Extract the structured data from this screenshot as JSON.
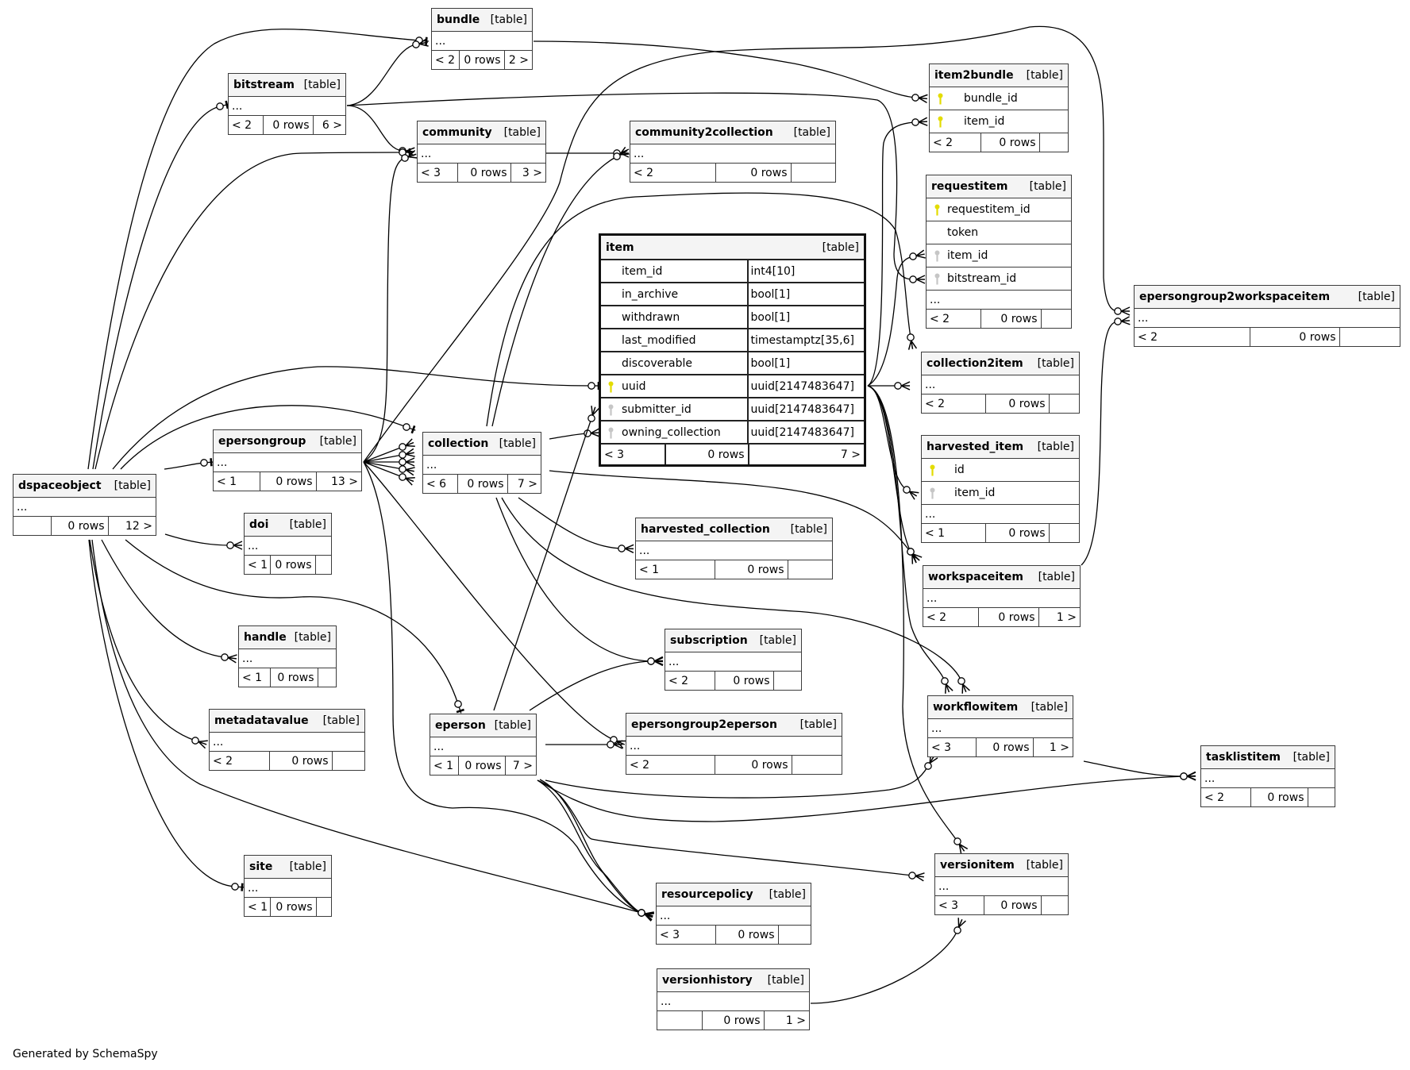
{
  "footer_note": "Generated by SchemaSpy",
  "colors": {
    "primary_key": "#e3dc00",
    "foreign_key": "#c6c6c6",
    "header_background": "#f4f4f4",
    "line": "#000000"
  },
  "tables": [
    {
      "id": "bundle",
      "name": "bundle",
      "label": "[table]",
      "rows": [
        {
          "name": "..."
        }
      ],
      "footer": {
        "parents": "< 2",
        "rows": "0 rows",
        "children": "2 >"
      }
    },
    {
      "id": "bitstream",
      "name": "bitstream",
      "label": "[table]",
      "rows": [
        {
          "name": "..."
        }
      ],
      "footer": {
        "parents": "< 2",
        "rows": "0 rows",
        "children": "6 >"
      }
    },
    {
      "id": "community",
      "name": "community",
      "label": "[table]",
      "rows": [
        {
          "name": "..."
        }
      ],
      "footer": {
        "parents": "< 3",
        "rows": "0 rows",
        "children": "3 >"
      }
    },
    {
      "id": "community2collection",
      "name": "community2collection",
      "label": "[table]",
      "rows": [
        {
          "name": "..."
        }
      ],
      "footer": {
        "parents": "< 2",
        "rows": "0 rows",
        "children": ""
      }
    },
    {
      "id": "item2bundle",
      "name": "item2bundle",
      "label": "[table]",
      "rows": [
        {
          "name": "bundle_id",
          "key": "primary"
        },
        {
          "name": "item_id",
          "key": "primary"
        }
      ],
      "footer": {
        "parents": "< 2",
        "rows": "0 rows",
        "children": ""
      }
    },
    {
      "id": "requestitem",
      "name": "requestitem",
      "label": "[table]",
      "rows": [
        {
          "name": "requestitem_id",
          "key": "primary"
        },
        {
          "name": "token",
          "key": null
        },
        {
          "name": "item_id",
          "key": "foreign"
        },
        {
          "name": "bitstream_id",
          "key": "foreign"
        },
        {
          "name": "..."
        }
      ],
      "footer": {
        "parents": "< 2",
        "rows": "0 rows",
        "children": ""
      }
    },
    {
      "id": "epersongroup2workspaceitem",
      "name": "epersongroup2workspaceitem",
      "label": "[table]",
      "rows": [
        {
          "name": "..."
        }
      ],
      "footer": {
        "parents": "< 2",
        "rows": "0 rows",
        "children": ""
      }
    },
    {
      "id": "item",
      "name": "item",
      "label": "[table]",
      "focal": true,
      "rows": [
        {
          "name": "item_id",
          "key": null,
          "type": "int4[10]"
        },
        {
          "name": "in_archive",
          "key": null,
          "type": "bool[1]"
        },
        {
          "name": "withdrawn",
          "key": null,
          "type": "bool[1]"
        },
        {
          "name": "last_modified",
          "key": null,
          "type": "timestamptz[35,6]"
        },
        {
          "name": "discoverable",
          "key": null,
          "type": "bool[1]"
        },
        {
          "name": "uuid",
          "key": "primary",
          "type": "uuid[2147483647]"
        },
        {
          "name": "submitter_id",
          "key": "foreign",
          "type": "uuid[2147483647]"
        },
        {
          "name": "owning_collection",
          "key": "foreign",
          "type": "uuid[2147483647]"
        }
      ],
      "footer": {
        "parents": "< 3",
        "rows": "0 rows",
        "children": "7 >"
      }
    },
    {
      "id": "collection2item",
      "name": "collection2item",
      "label": "[table]",
      "rows": [
        {
          "name": "..."
        }
      ],
      "footer": {
        "parents": "< 2",
        "rows": "0 rows",
        "children": ""
      }
    },
    {
      "id": "harvested_item",
      "name": "harvested_item",
      "label": "[table]",
      "rows": [
        {
          "name": "id",
          "key": "primary"
        },
        {
          "name": "item_id",
          "key": "foreign"
        },
        {
          "name": "..."
        }
      ],
      "footer": {
        "parents": "< 1",
        "rows": "0 rows",
        "children": ""
      }
    },
    {
      "id": "workspaceitem",
      "name": "workspaceitem",
      "label": "[table]",
      "rows": [
        {
          "name": "..."
        }
      ],
      "footer": {
        "parents": "< 2",
        "rows": "0 rows",
        "children": "1 >"
      }
    },
    {
      "id": "dspaceobject",
      "name": "dspaceobject",
      "label": "[table]",
      "rows": [
        {
          "name": "..."
        }
      ],
      "footer": {
        "parents": "",
        "rows": "0 rows",
        "children": "12 >"
      }
    },
    {
      "id": "epersongroup",
      "name": "epersongroup",
      "label": "[table]",
      "rows": [
        {
          "name": "..."
        }
      ],
      "footer": {
        "parents": "< 1",
        "rows": "0 rows",
        "children": "13 >"
      }
    },
    {
      "id": "collection",
      "name": "collection",
      "label": "[table]",
      "rows": [
        {
          "name": "..."
        }
      ],
      "footer": {
        "parents": "< 6",
        "rows": "0 rows",
        "children": "7 >"
      }
    },
    {
      "id": "doi",
      "name": "doi",
      "label": "[table]",
      "rows": [
        {
          "name": "..."
        }
      ],
      "footer": {
        "parents": "< 1",
        "rows": "0 rows",
        "children": ""
      }
    },
    {
      "id": "harvested_collection",
      "name": "harvested_collection",
      "label": "[table]",
      "rows": [
        {
          "name": "..."
        }
      ],
      "footer": {
        "parents": "< 1",
        "rows": "0 rows",
        "children": ""
      }
    },
    {
      "id": "handle",
      "name": "handle",
      "label": "[table]",
      "rows": [
        {
          "name": "..."
        }
      ],
      "footer": {
        "parents": "< 1",
        "rows": "0 rows",
        "children": ""
      }
    },
    {
      "id": "subscription",
      "name": "subscription",
      "label": "[table]",
      "rows": [
        {
          "name": "..."
        }
      ],
      "footer": {
        "parents": "< 2",
        "rows": "0 rows",
        "children": ""
      }
    },
    {
      "id": "metadatavalue",
      "name": "metadatavalue",
      "label": "[table]",
      "rows": [
        {
          "name": "..."
        }
      ],
      "footer": {
        "parents": "< 2",
        "rows": "0 rows",
        "children": ""
      }
    },
    {
      "id": "eperson",
      "name": "eperson",
      "label": "[table]",
      "rows": [
        {
          "name": "..."
        }
      ],
      "footer": {
        "parents": "< 1",
        "rows": "0 rows",
        "children": "7 >"
      }
    },
    {
      "id": "epersongroup2eperson",
      "name": "epersongroup2eperson",
      "label": "[table]",
      "rows": [
        {
          "name": "..."
        }
      ],
      "footer": {
        "parents": "< 2",
        "rows": "0 rows",
        "children": ""
      }
    },
    {
      "id": "workflowitem",
      "name": "workflowitem",
      "label": "[table]",
      "rows": [
        {
          "name": "..."
        }
      ],
      "footer": {
        "parents": "< 3",
        "rows": "0 rows",
        "children": "1 >"
      }
    },
    {
      "id": "tasklistitem",
      "name": "tasklistitem",
      "label": "[table]",
      "rows": [
        {
          "name": "..."
        }
      ],
      "footer": {
        "parents": "< 2",
        "rows": "0 rows",
        "children": ""
      }
    },
    {
      "id": "site",
      "name": "site",
      "label": "[table]",
      "rows": [
        {
          "name": "..."
        }
      ],
      "footer": {
        "parents": "< 1",
        "rows": "0 rows",
        "children": ""
      }
    },
    {
      "id": "versionitem",
      "name": "versionitem",
      "label": "[table]",
      "rows": [
        {
          "name": "..."
        }
      ],
      "footer": {
        "parents": "< 3",
        "rows": "0 rows",
        "children": ""
      }
    },
    {
      "id": "resourcepolicy",
      "name": "resourcepolicy",
      "label": "[table]",
      "rows": [
        {
          "name": "..."
        }
      ],
      "footer": {
        "parents": "< 3",
        "rows": "0 rows",
        "children": ""
      }
    },
    {
      "id": "versionhistory",
      "name": "versionhistory",
      "label": "[table]",
      "rows": [
        {
          "name": "..."
        }
      ],
      "footer": {
        "parents": "",
        "rows": "0 rows",
        "children": "1 >"
      }
    }
  ],
  "relationships": [
    {
      "parent": "dspaceobject",
      "child": "bundle",
      "cardinality": "zero-or-one"
    },
    {
      "parent": "bitstream",
      "child": "bundle",
      "cardinality": "zero-or-many"
    },
    {
      "parent": "bitstream",
      "child": "community",
      "cardinality": "zero-or-many"
    },
    {
      "parent": "bitstream",
      "child": "requestitem",
      "cardinality": "zero-or-many"
    },
    {
      "parent": "bundle",
      "child": "item2bundle",
      "cardinality": "zero-or-many"
    },
    {
      "parent": "dspaceobject",
      "child": "bitstream",
      "cardinality": "zero-or-one"
    },
    {
      "parent": "dspaceobject",
      "child": "community",
      "cardinality": "zero-or-one"
    },
    {
      "parent": "community",
      "child": "community2collection",
      "cardinality": "zero-or-many"
    },
    {
      "parent": "epersongroup",
      "child": "community",
      "cardinality": "zero-or-many"
    },
    {
      "parent": "item",
      "child": "item2bundle",
      "cardinality": "zero-or-many"
    },
    {
      "parent": "item",
      "child": "requestitem",
      "cardinality": "zero-or-many"
    },
    {
      "parent": "item",
      "child": "collection2item",
      "cardinality": "zero-or-many"
    },
    {
      "parent": "item",
      "child": "harvested_item",
      "cardinality": "zero-or-many"
    },
    {
      "parent": "item",
      "child": "workspaceitem",
      "cardinality": "zero-or-many"
    },
    {
      "parent": "item",
      "child": "workflowitem",
      "cardinality": "zero-or-many"
    },
    {
      "parent": "item",
      "child": "versionitem",
      "cardinality": "zero-or-many"
    },
    {
      "parent": "collection",
      "child": "community2collection",
      "cardinality": "zero-or-many"
    },
    {
      "parent": "collection",
      "child": "collection2item",
      "cardinality": "zero-or-many"
    },
    {
      "parent": "epersongroup",
      "child": "epersongroup2workspaceitem",
      "cardinality": "zero-or-many"
    },
    {
      "parent": "workspaceitem",
      "child": "epersongroup2workspaceitem",
      "cardinality": "zero-or-many"
    },
    {
      "parent": "dspaceobject",
      "child": "item",
      "cardinality": "zero-or-one"
    },
    {
      "parent": "dspaceobject",
      "child": "collection",
      "cardinality": "zero-or-one"
    },
    {
      "parent": "dspaceobject",
      "child": "epersongroup",
      "cardinality": "zero-or-one"
    },
    {
      "parent": "dspaceobject",
      "child": "doi",
      "cardinality": "zero-or-many"
    },
    {
      "parent": "dspaceobject",
      "child": "handle",
      "cardinality": "zero-or-many"
    },
    {
      "parent": "dspaceobject",
      "child": "metadatavalue",
      "cardinality": "zero-or-many"
    },
    {
      "parent": "dspaceobject",
      "child": "site",
      "cardinality": "zero-or-one"
    },
    {
      "parent": "dspaceobject",
      "child": "eperson",
      "cardinality": "zero-or-one"
    },
    {
      "parent": "dspaceobject",
      "child": "resourcepolicy",
      "cardinality": "zero-or-many"
    },
    {
      "parent": "epersongroup",
      "child": "collection",
      "cardinality": "zero-or-many"
    },
    {
      "parent": "epersongroup",
      "child": "collection",
      "cardinality": "zero-or-many"
    },
    {
      "parent": "epersongroup",
      "child": "collection",
      "cardinality": "zero-or-many"
    },
    {
      "parent": "epersongroup",
      "child": "collection",
      "cardinality": "zero-or-many"
    },
    {
      "parent": "epersongroup",
      "child": "collection",
      "cardinality": "zero-or-many"
    },
    {
      "parent": "epersongroup",
      "child": "epersongroup2eperson",
      "cardinality": "zero-or-many"
    },
    {
      "parent": "eperson",
      "child": "epersongroup2eperson",
      "cardinality": "zero-or-many"
    },
    {
      "parent": "epersongroup",
      "child": "resourcepolicy",
      "cardinality": "zero-or-many"
    },
    {
      "parent": "collection",
      "child": "item",
      "cardinality": "zero-or-many"
    },
    {
      "parent": "collection",
      "child": "workspaceitem",
      "cardinality": "zero-or-many"
    },
    {
      "parent": "collection",
      "child": "harvested_collection",
      "cardinality": "zero-or-many"
    },
    {
      "parent": "collection",
      "child": "subscription",
      "cardinality": "zero-or-many"
    },
    {
      "parent": "collection",
      "child": "workflowitem",
      "cardinality": "zero-or-many"
    },
    {
      "parent": "eperson",
      "child": "item",
      "cardinality": "zero-or-many"
    },
    {
      "parent": "eperson",
      "child": "subscription",
      "cardinality": "zero-or-many"
    },
    {
      "parent": "eperson",
      "child": "workflowitem",
      "cardinality": "zero-or-many"
    },
    {
      "parent": "eperson",
      "child": "tasklistitem",
      "cardinality": "zero-or-many"
    },
    {
      "parent": "eperson",
      "child": "versionitem",
      "cardinality": "zero-or-many"
    },
    {
      "parent": "eperson",
      "child": "resourcepolicy",
      "cardinality": "zero-or-many"
    },
    {
      "parent": "eperson",
      "child": "resourcepolicy",
      "cardinality": "zero-or-many"
    },
    {
      "parent": "workflowitem",
      "child": "tasklistitem",
      "cardinality": "zero-or-many"
    },
    {
      "parent": "versionhistory",
      "child": "versionitem",
      "cardinality": "zero-or-many"
    }
  ]
}
